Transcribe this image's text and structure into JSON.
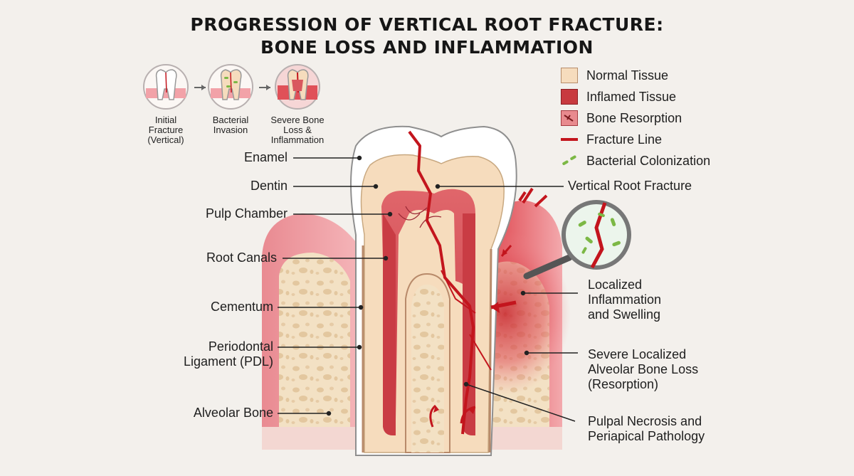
{
  "title": {
    "line1": "PROGRESSION OF VERTICAL ROOT FRACTURE:",
    "line2": "BONE LOSS AND INFLAMMATION"
  },
  "progression": [
    {
      "caption": [
        "Initial",
        "Fracture",
        "(Vertical)"
      ]
    },
    {
      "caption": [
        "Bacterial",
        "Invasion"
      ]
    },
    {
      "caption": [
        "Severe Bone",
        "Loss &",
        "Inflammation"
      ]
    }
  ],
  "legend": [
    {
      "label": "Normal Tissue",
      "icon": "normal-tissue-swatch",
      "color": "#f6dcbd"
    },
    {
      "label": "Inflamed Tissue",
      "icon": "inflamed-tissue-swatch",
      "color": "#c83a3f"
    },
    {
      "label": "Bone Resorption",
      "icon": "bone-resorption-swatch",
      "color": "#e88a8e"
    },
    {
      "label": "Fracture Line",
      "icon": "fracture-line-swatch",
      "color": "#c3151d"
    },
    {
      "label": "Bacterial Colonization",
      "icon": "bacteria-swatch",
      "color": "#7cb845"
    }
  ],
  "labels_left": {
    "enamel": "Enamel",
    "dentin": "Dentin",
    "pulp_chamber": "Pulp Chamber",
    "root_canals": "Root Canals",
    "cementum": "Cementum",
    "pdl": [
      "Periodontal",
      "Ligament (PDL)"
    ],
    "alveolar_bone": "Alveolar Bone"
  },
  "labels_right": {
    "vertical_root_fracture": "Vertical Root Fracture",
    "inflammation": [
      "Localized",
      "Inflammation",
      "and Swelling"
    ],
    "bone_loss": [
      "Severe Localized",
      "Alveolar Bone Loss",
      "(Resorption)"
    ],
    "necrosis": [
      "Pulpal Necrosis and",
      "Periapical Pathology"
    ]
  },
  "colors": {
    "background": "#f3f0ec",
    "gum": "#f0a0a6",
    "bone": "#f3e1c4",
    "enamel": "#ffffff",
    "dentin": "#f6dcbd",
    "pulp": "#d9585e",
    "fracture": "#c3151d",
    "bacteria": "#7cb845"
  }
}
